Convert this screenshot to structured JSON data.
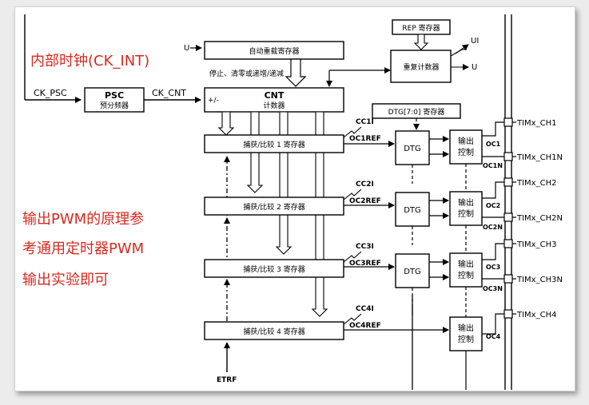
{
  "diagram": {
    "clock_label": "CK_PSC",
    "psc": {
      "title": "PSC",
      "subtitle": "预分频器"
    },
    "ck_cnt_label": "CK_CNT",
    "cnt": {
      "title": "CNT",
      "subtitle": "计数器",
      "sign": "+/-"
    },
    "arr_label": "自动重载寄存器",
    "u_label": "U",
    "stop_clear_label": "停止、清零或递增/递减",
    "rep_label": "REP 寄存器",
    "rep_counter_label": "重复计数器",
    "ui_label": "UI",
    "u_out_label": "U",
    "dtg_reg_label": "DTG[7:0] 寄存器",
    "ccr_labels": [
      "捕获/比较 1 寄存器",
      "捕获/比较 2 寄存器",
      "捕获/比较 3 寄存器",
      "捕获/比较 4 寄存器"
    ],
    "cci_labels": [
      "CC1I",
      "CC2I",
      "CC3I",
      "CC4I"
    ],
    "ocref_labels": [
      "OC1REF",
      "OC2REF",
      "OC3REF",
      "OC4REF"
    ],
    "dtg_label": "DTG",
    "output_ctrl_label": [
      "输出",
      "控制"
    ],
    "oc_labels": [
      "OC1",
      "OC1N",
      "OC2",
      "OC2N",
      "OC3",
      "OC3N",
      "OC4"
    ],
    "pin_labels": [
      "TIMx_CH1",
      "TIMx_CH1N",
      "TIMx_CH2",
      "TIMx_CH2N",
      "TIMx_CH3",
      "TIMx_CH3N",
      "TIMx_CH4"
    ],
    "etrf_label": "ETRF"
  },
  "notes": {
    "clock": "内部时钟(CK_INT)",
    "pwm": [
      "输出PWM的原理参",
      "考通用定时器PWM",
      "输出实验即可"
    ]
  }
}
